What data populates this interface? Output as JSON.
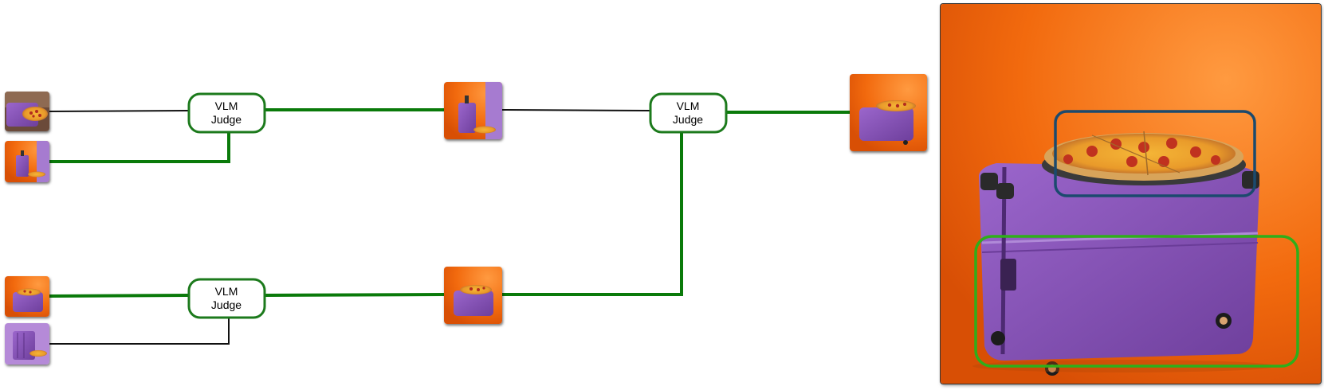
{
  "judge_label_line1": "VLM",
  "judge_label_line2": "Judge",
  "judges": [
    {
      "id": "judge-top-left"
    },
    {
      "id": "judge-bottom-left"
    },
    {
      "id": "judge-final"
    }
  ],
  "images": [
    {
      "id": "input-1",
      "content": "suitcase under pizza"
    },
    {
      "id": "input-2",
      "content": "suitcase beside pizza"
    },
    {
      "id": "input-3",
      "content": "pizza on suitcase"
    },
    {
      "id": "input-4",
      "content": "suitcase with pizza"
    },
    {
      "id": "winner-top",
      "content": "suitcase beside pizza"
    },
    {
      "id": "winner-bottom",
      "content": "pizza on suitcase"
    },
    {
      "id": "champion",
      "content": "pizza on suitcase"
    },
    {
      "id": "final-detail",
      "content": "pizza on suitcase, enlarged"
    }
  ],
  "colors": {
    "winner_edge": "#0a7a0a",
    "loser_edge": "#111111",
    "judge_border": "#1c7a1c",
    "box_pizza": "#1b4a6e",
    "box_suitcase": "#2fae1a",
    "background_orange": "#f36a10",
    "suitcase_purple": "#8a55b8"
  }
}
